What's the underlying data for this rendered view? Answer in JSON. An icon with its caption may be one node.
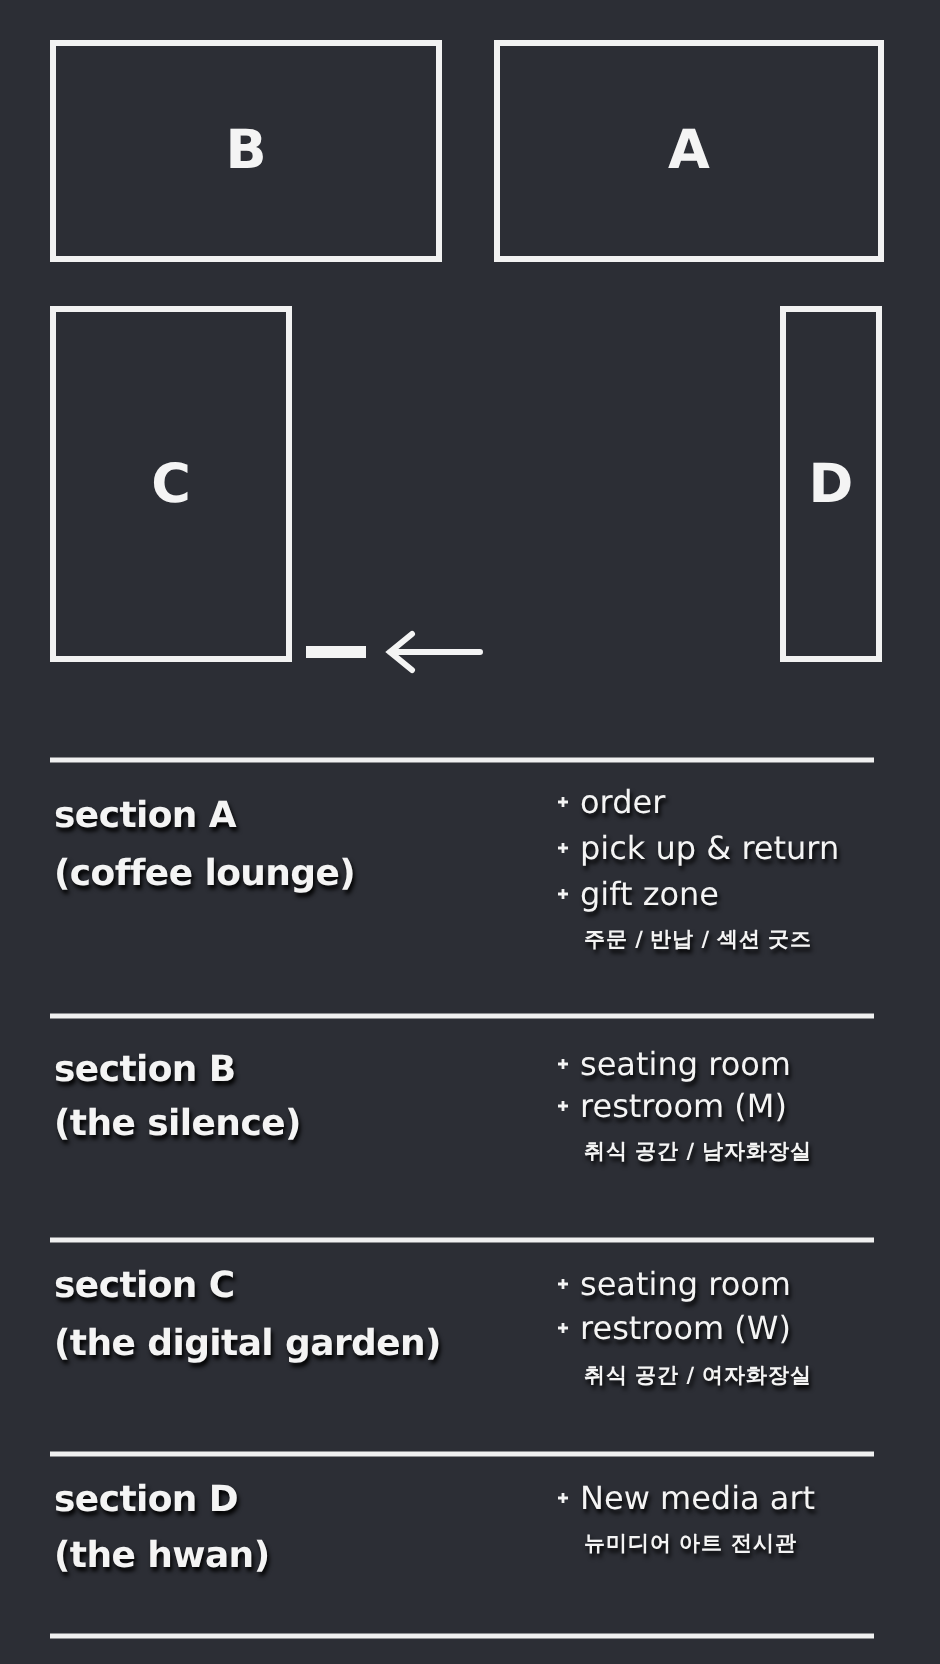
{
  "diagram": {
    "nodes": [
      {
        "text": [
          "B"
        ]
      },
      {
        "text": [
          "A"
        ]
      },
      {
        "text": [
          "C"
        ]
      },
      {
        "text": [
          "D"
        ]
      }
    ],
    "labels": [
      "section A",
      "(coffee lounge)",
      "order",
      "pick up & return",
      "gift zone",
      "주문 / 반납 / 섹션 굿즈",
      "section B",
      "(the silence)",
      "seating room",
      "restroom (M)",
      "취식 공간 / 남자화장실",
      "section C",
      "(the digital garden)",
      "seating room",
      "restroom (W)",
      "취식 공간 / 여자화장실",
      "section D",
      "(the hwan)",
      "New media art",
      "뉴미디어 아트 전시관"
    ]
  }
}
